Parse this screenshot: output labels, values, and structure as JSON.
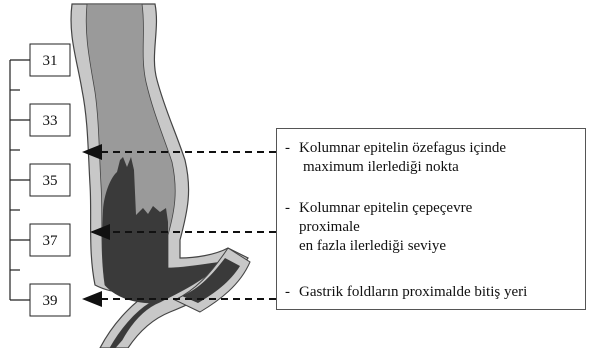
{
  "ruler": {
    "labels": [
      "31",
      "33",
      "35",
      "37",
      "39"
    ]
  },
  "legend": {
    "bullet": "-",
    "items": [
      {
        "lines": [
          "Kolumnar epitelin özefagus içinde",
          "maximum ilerlediği nokta"
        ]
      },
      {
        "lines": [
          "Kolumnar epitelin çepeçevre",
          "proximale",
          "en fazla ilerlediği seviye"
        ]
      },
      {
        "lines": [
          "Gastrik foldların proximalde bitiş yeri"
        ]
      }
    ]
  },
  "colors": {
    "outer_wall": "#c8c8c8",
    "lumen": "#9a9a9a",
    "columnar_epithelium": "#3a3a3a",
    "outline": "#444444"
  }
}
